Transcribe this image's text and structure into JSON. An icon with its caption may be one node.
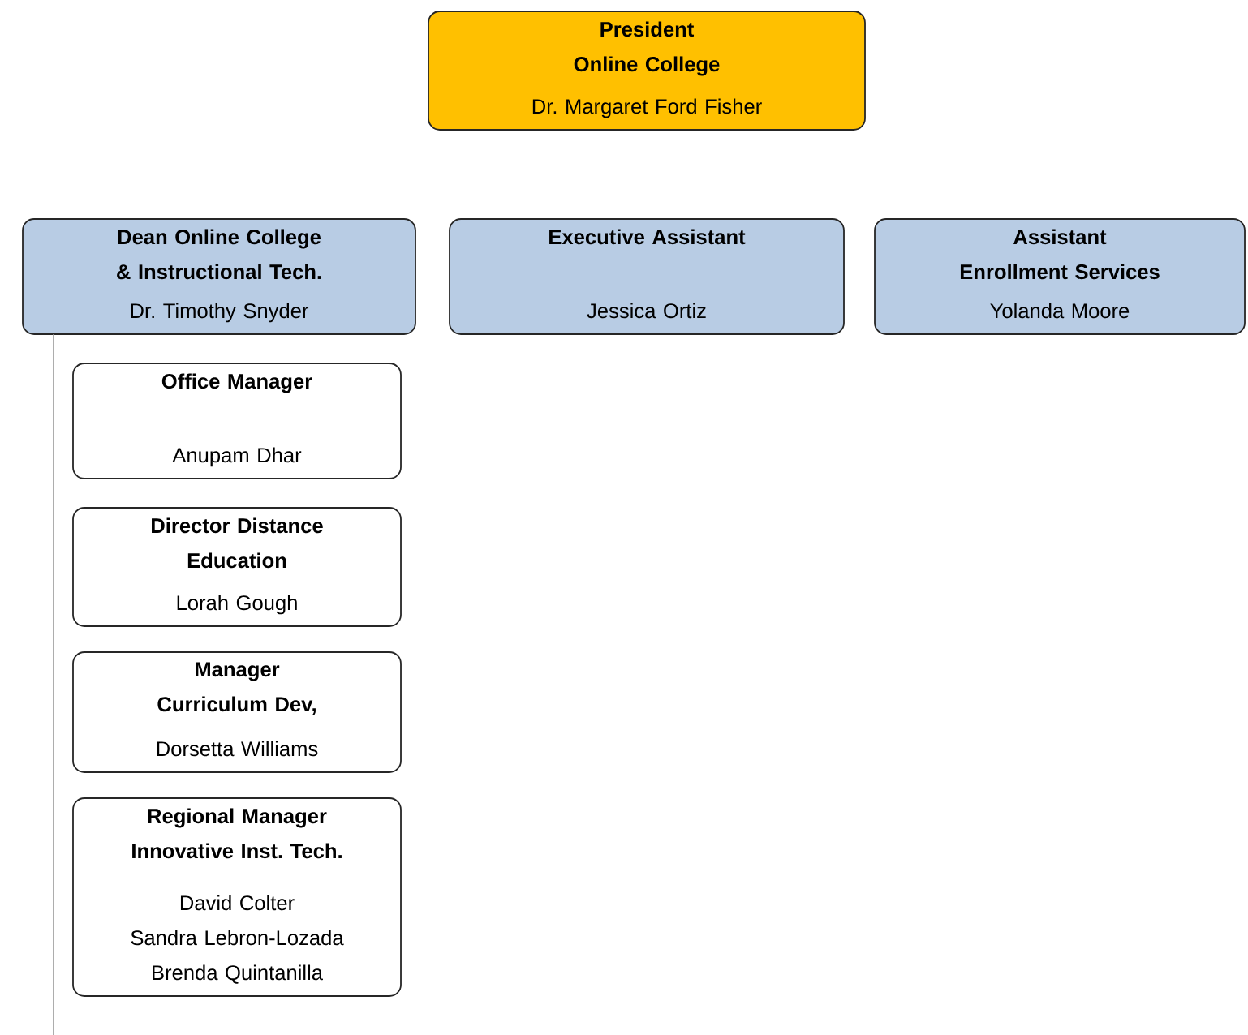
{
  "diagram": {
    "nodes": [
      {
        "text": [
          "President Online College",
          "Dr. Margaret Ford Fisher"
        ]
      },
      {
        "text": [
          "Dean Online College & Instructional Tech.",
          "Dr. Timothy Snyder"
        ]
      },
      {
        "text": [
          "Executive Assistant",
          "Jessica Ortiz"
        ]
      },
      {
        "text": [
          "Assistant Enrollment Services",
          "Yolanda Moore"
        ]
      },
      {
        "text": [
          "Office Manager",
          "Anupam Dhar"
        ]
      },
      {
        "text": [
          "Director Distance Education",
          "Lorah Gough"
        ]
      },
      {
        "text": [
          "Manager Curriculum Dev,",
          "Dorsetta Williams"
        ]
      },
      {
        "text": [
          "Regional Manager Innovative Inst. Tech.",
          "David Colter",
          "Sandra Lebron-Lozada",
          "Brenda Quintanilla"
        ]
      }
    ]
  }
}
